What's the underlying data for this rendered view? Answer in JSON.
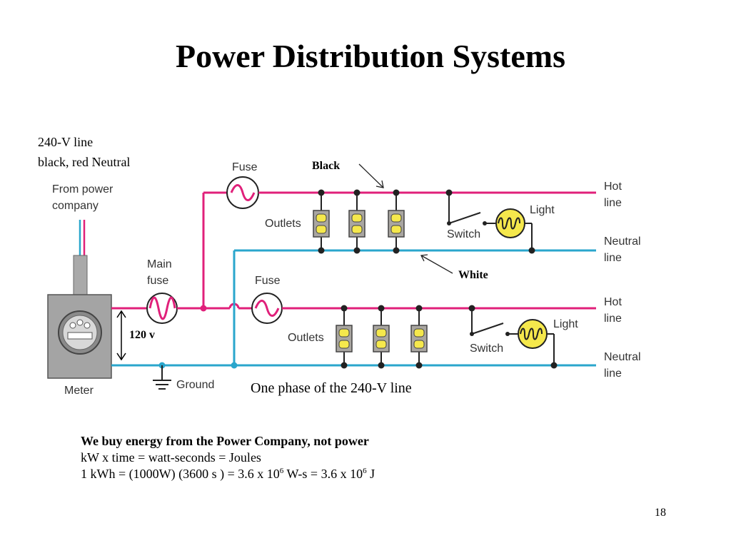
{
  "title": "Power Distribution Systems",
  "labels": {
    "line_240": "240-V line",
    "line_240_sub": "black, red Neutral",
    "from_power": "From power",
    "company": "company",
    "fuse_top": "Fuse",
    "fuse_mid": "Fuse",
    "black": "Black",
    "white": "White",
    "hot": "Hot",
    "hot_line": "line",
    "neutral": "Neutral",
    "neutral_line": "line",
    "outlets": "Outlets",
    "switch": "Switch",
    "light": "Light",
    "main": "Main",
    "main_fuse": "fuse",
    "volt_120": "120 v",
    "meter": "Meter",
    "ground": "Ground",
    "phase_caption": "One phase of the 240-V line"
  },
  "notes": {
    "line1": "We buy energy from the Power Company, not power",
    "line2": "kW x time = watt-seconds = Joules",
    "line3_a": "1 kWh = (1000W) (3600 s ) = 3.6 x 10",
    "exp": "6",
    "line3_b": " W-s =  3.6 x 10",
    "line3_c": " J"
  },
  "page_number": "18",
  "colors": {
    "hot": "#e0207a",
    "neutral": "#2aa6cc",
    "fixture": "#f5e84c"
  }
}
